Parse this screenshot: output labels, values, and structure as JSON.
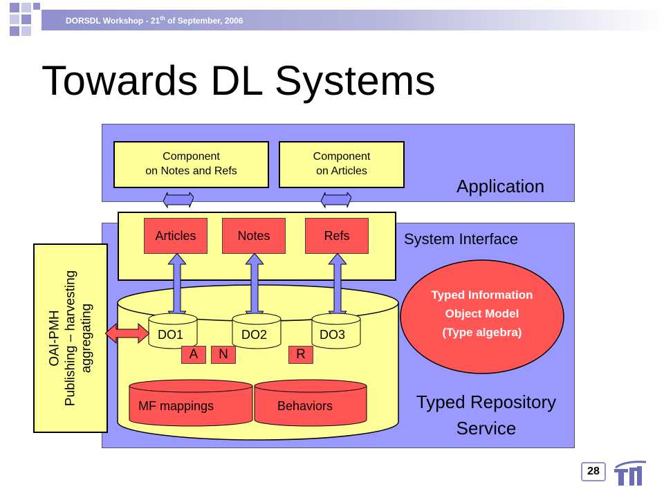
{
  "header": {
    "workshop_text": "DORSDL Workshop - 21",
    "superscript": "th",
    "workshop_suffix": " of September, 2006"
  },
  "title": "Towards DL Systems",
  "application": {
    "label": "Application",
    "component_notes_line1": "Component",
    "component_notes_line2": "on Notes and Refs",
    "component_articles_line1": "Component",
    "component_articles_line2": "on Articles"
  },
  "system_interface": {
    "label": "System Interface",
    "articles": "Articles",
    "notes": "Notes",
    "refs": "Refs"
  },
  "repository": {
    "do1": "DO1",
    "do2": "DO2",
    "do3": "DO3",
    "tag_a": "A",
    "tag_n": "N",
    "tag_r": "R",
    "mf_mappings": "MF mappings",
    "behaviors": "Behaviors",
    "label_line1": "Typed Repository",
    "label_line2": "Service"
  },
  "type_model": {
    "line1": "Typed Information",
    "line2": "Object Model",
    "line3": "(Type algebra)"
  },
  "oai": {
    "line1": "OAI-PMH",
    "line2": "Publishing – harvesting",
    "line3": "aggregating"
  },
  "page_number": "28",
  "colors": {
    "panel": "#9999ff",
    "yellow": "#ffff99",
    "red": "#ff5555",
    "arrow": "#8888ff",
    "header_bar": "#8f90cc"
  }
}
